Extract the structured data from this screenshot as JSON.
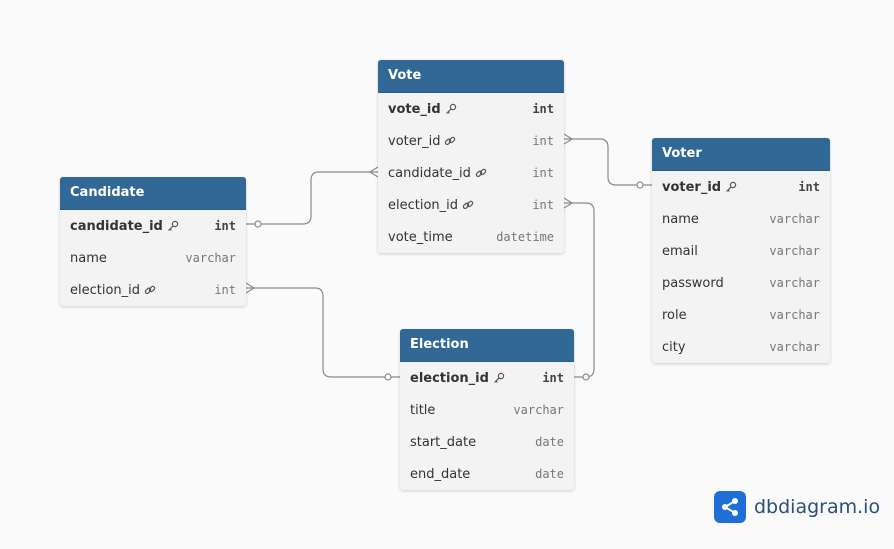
{
  "tables": {
    "vote": {
      "name": "Vote",
      "columns": [
        {
          "name": "vote_id",
          "type": "int",
          "pk": true,
          "icon": "key-icon"
        },
        {
          "name": "voter_id",
          "type": "int",
          "pk": false,
          "icon": "link-icon"
        },
        {
          "name": "candidate_id",
          "type": "int",
          "pk": false,
          "icon": "link-icon"
        },
        {
          "name": "election_id",
          "type": "int",
          "pk": false,
          "icon": "link-icon"
        },
        {
          "name": "vote_time",
          "type": "datetime",
          "pk": false,
          "icon": ""
        }
      ]
    },
    "voter": {
      "name": "Voter",
      "columns": [
        {
          "name": "voter_id",
          "type": "int",
          "pk": true,
          "icon": "key-icon"
        },
        {
          "name": "name",
          "type": "varchar",
          "pk": false,
          "icon": ""
        },
        {
          "name": "email",
          "type": "varchar",
          "pk": false,
          "icon": ""
        },
        {
          "name": "password",
          "type": "varchar",
          "pk": false,
          "icon": ""
        },
        {
          "name": "role",
          "type": "varchar",
          "pk": false,
          "icon": ""
        },
        {
          "name": "city",
          "type": "varchar",
          "pk": false,
          "icon": ""
        }
      ]
    },
    "candidate": {
      "name": "Candidate",
      "columns": [
        {
          "name": "candidate_id",
          "type": "int",
          "pk": true,
          "icon": "key-icon"
        },
        {
          "name": "name",
          "type": "varchar",
          "pk": false,
          "icon": ""
        },
        {
          "name": "election_id",
          "type": "int",
          "pk": false,
          "icon": "link-icon"
        }
      ]
    },
    "election": {
      "name": "Election",
      "columns": [
        {
          "name": "election_id",
          "type": "int",
          "pk": true,
          "icon": "key-icon"
        },
        {
          "name": "title",
          "type": "varchar",
          "pk": false,
          "icon": ""
        },
        {
          "name": "start_date",
          "type": "date",
          "pk": false,
          "icon": ""
        },
        {
          "name": "end_date",
          "type": "date",
          "pk": false,
          "icon": ""
        }
      ]
    }
  },
  "relationships": [
    {
      "from": "vote.voter_id",
      "to": "voter.voter_id",
      "type": "many-to-one"
    },
    {
      "from": "vote.candidate_id",
      "to": "candidate.candidate_id",
      "type": "many-to-one"
    },
    {
      "from": "vote.election_id",
      "to": "election.election_id",
      "type": "many-to-one"
    },
    {
      "from": "candidate.election_id",
      "to": "election.election_id",
      "type": "many-to-one"
    }
  ],
  "brand": {
    "name": "dbdiagram.io",
    "icon": "share-nodes-icon",
    "color": "#1f6fd6"
  },
  "colors": {
    "header": "#316896",
    "body": "#f3f3f3",
    "connector": "#8a8a8a"
  }
}
